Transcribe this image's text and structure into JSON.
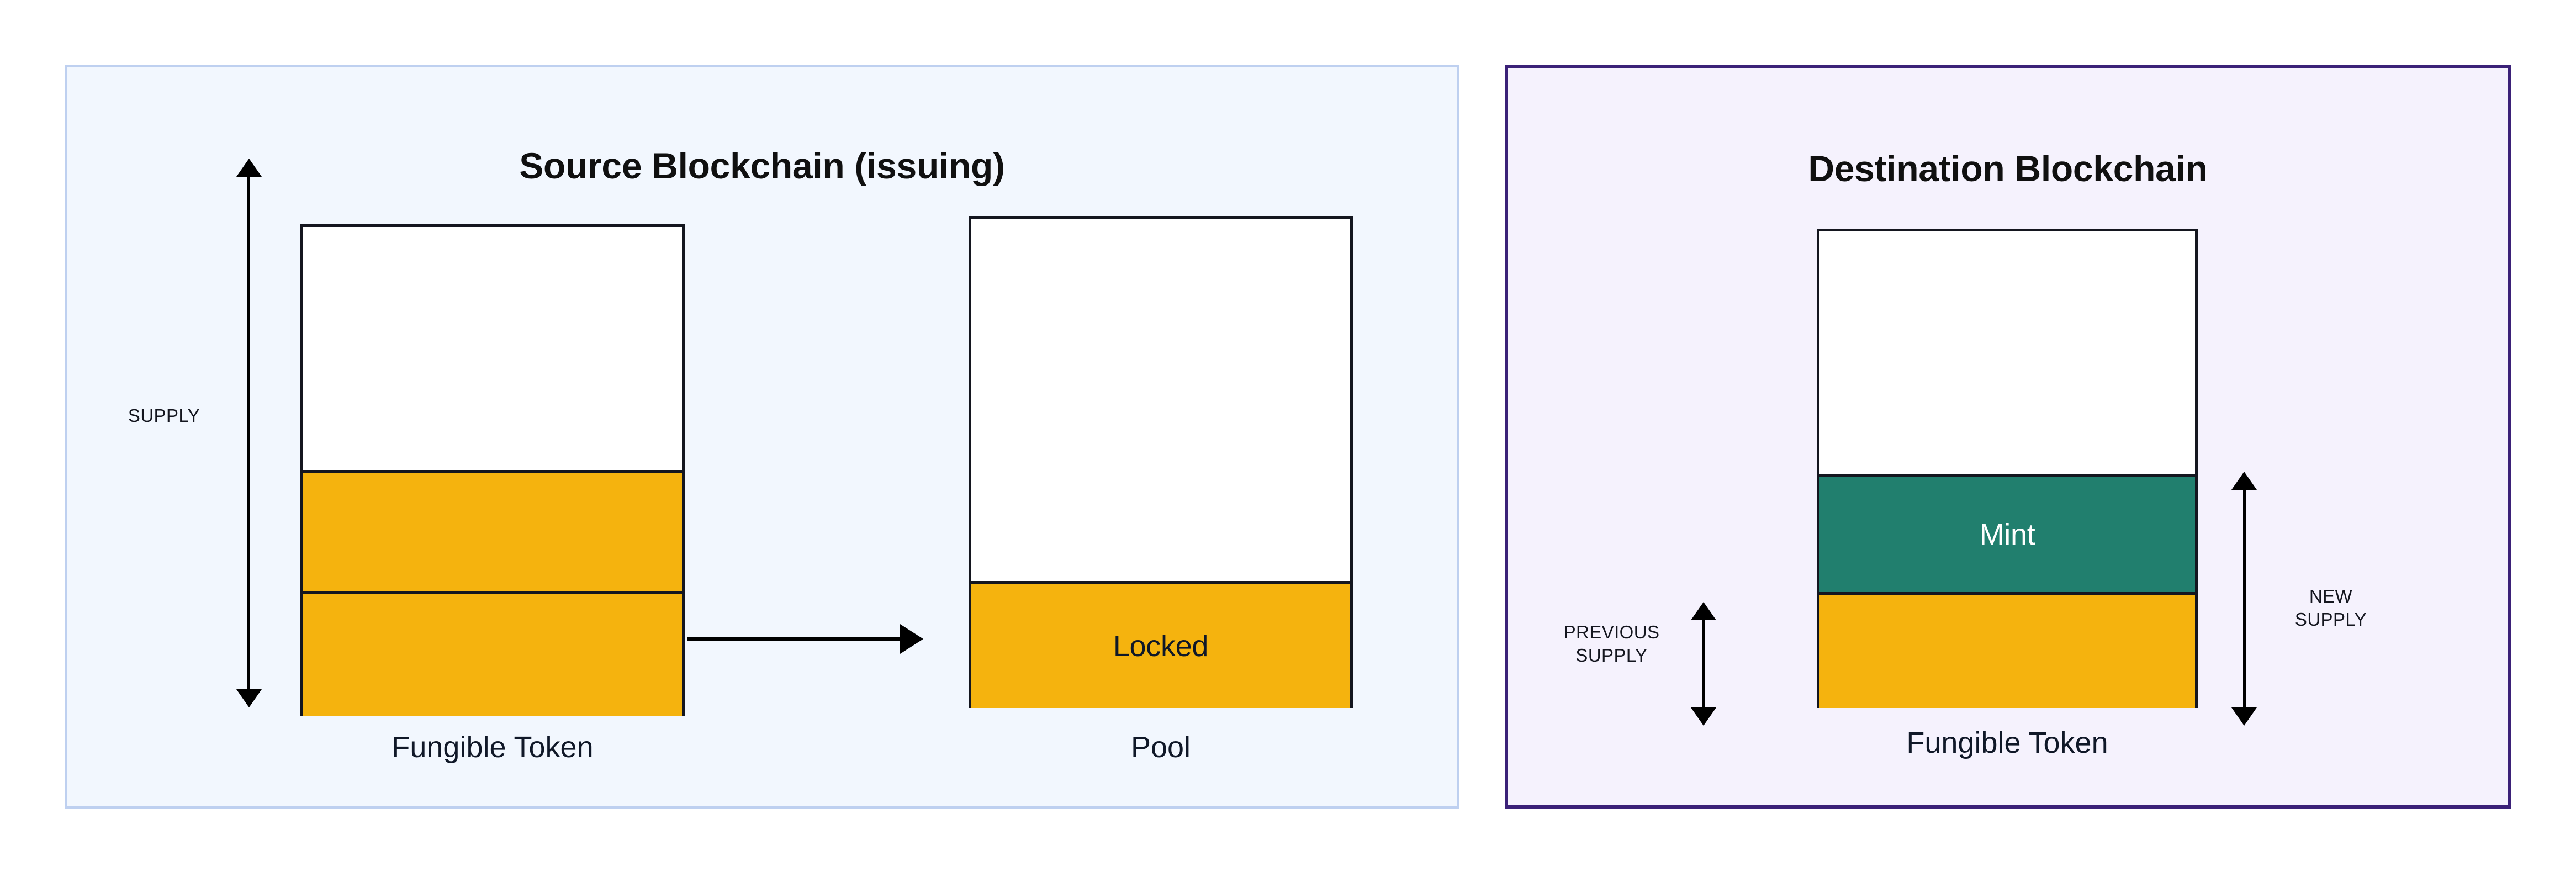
{
  "diagram": {
    "type": "lock-and-mint-token-bridge",
    "background": "#ffffff"
  },
  "panels": {
    "source": {
      "title": "Source Blockchain (issuing)",
      "border_color": "#bed0f0",
      "fill_color": "#f2f7fe",
      "bars": [
        {
          "name": "fungible-token",
          "caption": "Fungible Token",
          "segments": [
            {
              "label": "",
              "color": "#ffffff",
              "role": "headroom"
            },
            {
              "label": "",
              "color": "#f5b30e",
              "role": "supply-upper"
            },
            {
              "label": "",
              "color": "#f5b30e",
              "role": "supply-lower"
            }
          ]
        },
        {
          "name": "pool",
          "caption": "Pool",
          "segments": [
            {
              "label": "",
              "color": "#ffffff",
              "role": "headroom"
            },
            {
              "label": "Locked",
              "color": "#f5b30e",
              "role": "locked"
            }
          ]
        }
      ],
      "measure": {
        "label": "SUPPLY",
        "orientation": "vertical-double-arrow"
      },
      "flow_arrow": {
        "from": "fungible-token",
        "to": "pool",
        "direction": "right",
        "label": ""
      }
    },
    "destination": {
      "title": "Destination Blockchain",
      "border_color": "#3b2178",
      "fill_color": "#f5f2fd",
      "bars": [
        {
          "name": "fungible-token",
          "caption": "Fungible Token",
          "segments": [
            {
              "label": "",
              "color": "#ffffff",
              "role": "headroom"
            },
            {
              "label": "Mint",
              "color": "#217f6e",
              "role": "mint"
            },
            {
              "label": "",
              "color": "#f5b30e",
              "role": "previous-supply"
            }
          ]
        }
      ],
      "measures": [
        {
          "name": "previous-supply",
          "label": "PREVIOUS\nSUPPLY",
          "orientation": "vertical-double-arrow",
          "side": "left"
        },
        {
          "name": "new-supply",
          "label": "NEW\nSUPPLY",
          "orientation": "vertical-double-arrow",
          "side": "right"
        }
      ]
    }
  },
  "colors": {
    "token_orange": "#f5b30e",
    "mint_green": "#217f6e",
    "outline": "#14161f",
    "source_border": "#bed0f0",
    "source_fill": "#f2f7fe",
    "destination_border": "#3b2178",
    "destination_fill": "#f5f2fd",
    "arrow": "#000000",
    "text": "#101828"
  }
}
